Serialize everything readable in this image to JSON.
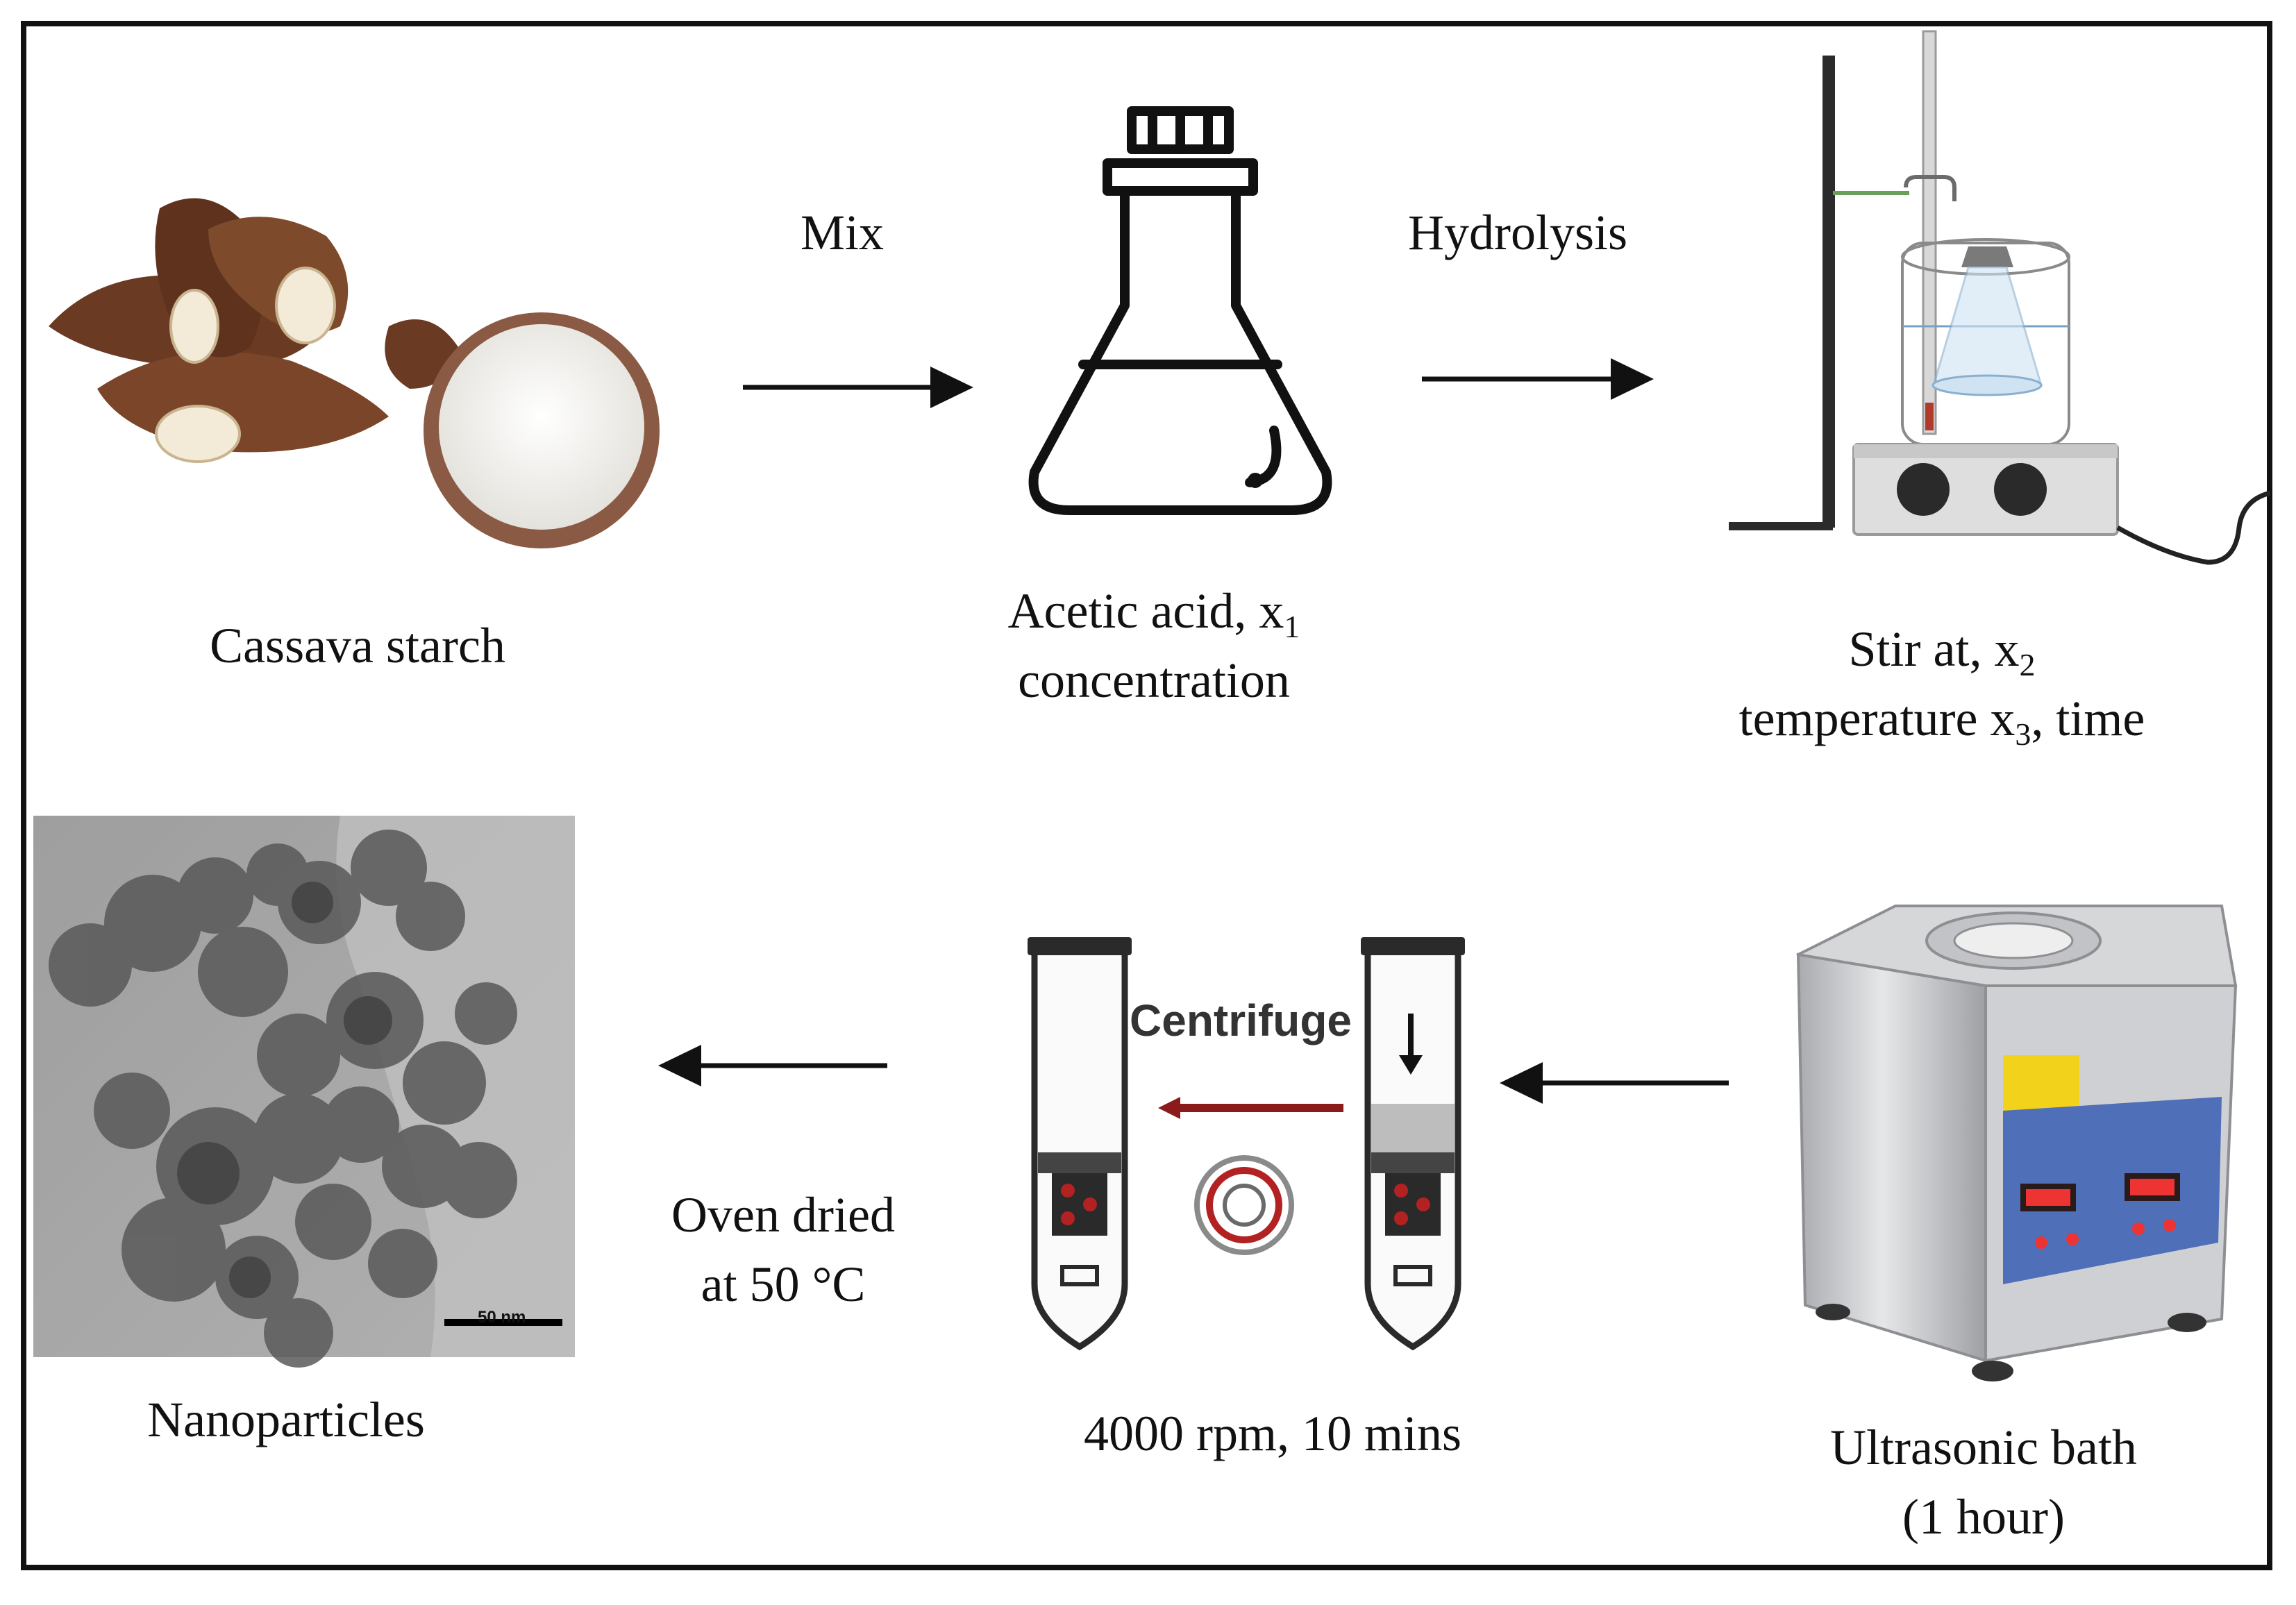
{
  "colors": {
    "ink": "#111111",
    "arrow_red": "#8b1a1a",
    "powder": "#f4f3ef",
    "bowl": "#8a5a44",
    "cassava_skin": "#6b3a22",
    "cassava_flesh": "#f3ead8",
    "steel": "#c8c9cc",
    "panel_blue": "#4f6fb8"
  },
  "steps": {
    "mix": {
      "label": "Mix"
    },
    "hydrolysis": {
      "label": "Hydrolysis"
    },
    "centrifuge": {
      "label": "Centrifuge"
    }
  },
  "items": {
    "cassava": {
      "label": "Cassava starch"
    },
    "acid": {
      "line1": "Acetic acid, x",
      "line1_sub": "1",
      "line2": "concentration"
    },
    "stir": {
      "line1": "Stir at, x",
      "line1_sub": "2",
      "line2a": "temperature x",
      "line2_sub": "3",
      "line2b": ", time"
    },
    "nano": {
      "label": "Nanoparticles",
      "scale_bar": "50 nm"
    },
    "oven": {
      "line1": "Oven dried",
      "line2": "at 50 °C"
    },
    "centrifuge": {
      "label": "4000 rpm, 10 mins"
    },
    "ultrasonic": {
      "line1": "Ultrasonic bath",
      "line2": "(1 hour)"
    }
  },
  "icons": [
    "cassava-photo",
    "flask-icon",
    "stirrer-setup-icon",
    "tem-image",
    "centrifuge-tube-icon",
    "ultrasonic-bath-icon"
  ]
}
